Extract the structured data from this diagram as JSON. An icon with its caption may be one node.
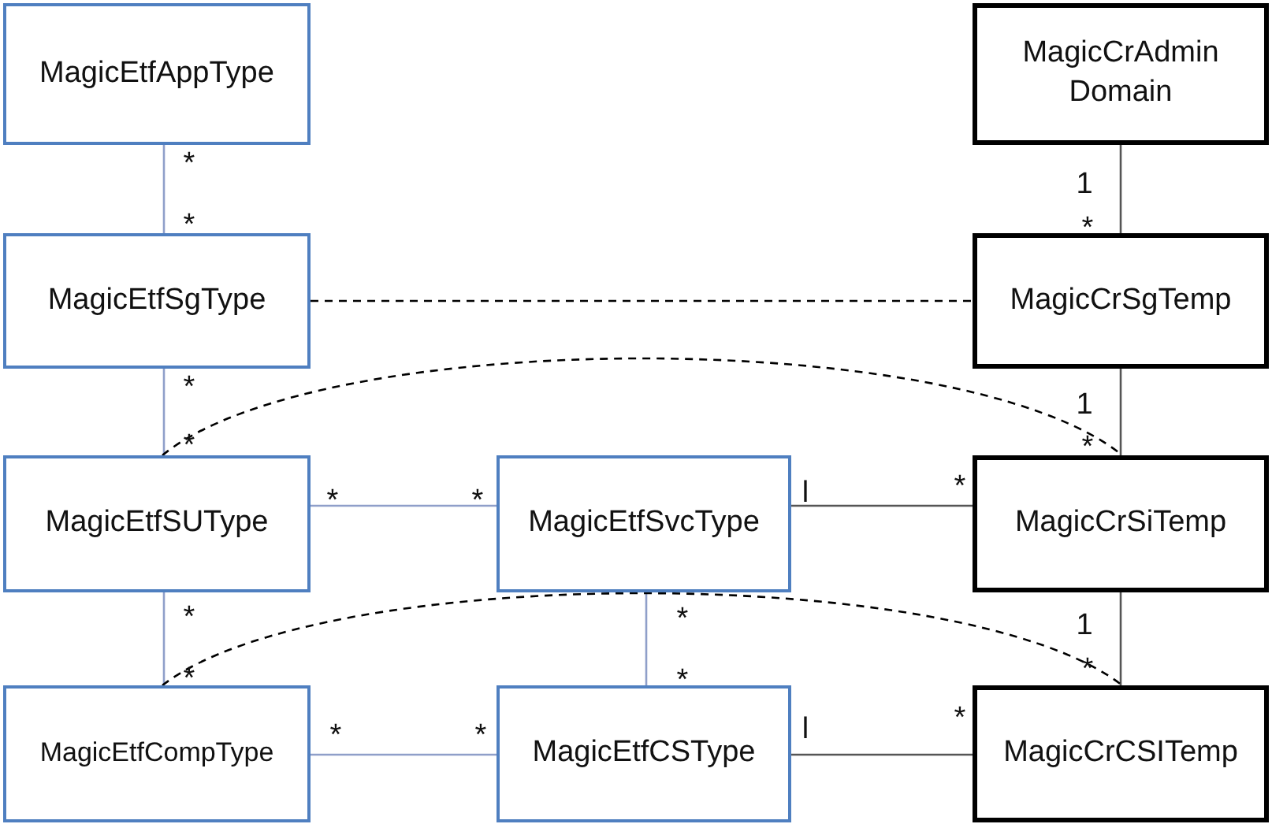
{
  "diagram": {
    "nodes": [
      {
        "text": [
          "MagicEtfAppType"
        ]
      },
      {
        "text": [
          "MagicCrAdmin Domain"
        ]
      },
      {
        "text": [
          "MagicEtfSgType"
        ]
      },
      {
        "text": [
          "MagicCrSgTemp"
        ]
      },
      {
        "text": [
          "MagicEtfSUType"
        ]
      },
      {
        "text": [
          "MagicEtfSvcType"
        ]
      },
      {
        "text": [
          "MagicCrSiTemp"
        ]
      },
      {
        "text": [
          "MagicEtfCompType"
        ]
      },
      {
        "text": [
          "MagicEtfCSType"
        ]
      },
      {
        "text": [
          "MagicCrCSITemp"
        ]
      }
    ],
    "edges": [
      {
        "from": 0,
        "to": 2,
        "arrow": "none"
      },
      {
        "from": 1,
        "to": 3,
        "arrow": "none",
        "color": "#555555"
      },
      {
        "from": 2,
        "to": 3,
        "arrow": "none",
        "style": "dashed",
        "color": "#000000"
      },
      {
        "from": 2,
        "to": 4,
        "arrow": "none"
      },
      {
        "from": 3,
        "to": 6,
        "arrow": "none",
        "color": "#555555"
      },
      {
        "from": 4,
        "to": 6,
        "arrow": "none",
        "style": "dashed",
        "color": "#000000"
      },
      {
        "from": 4,
        "to": 5,
        "arrow": "none"
      },
      {
        "from": 5,
        "to": 6,
        "arrow": "none",
        "color": "#555555"
      },
      {
        "from": 4,
        "to": 7,
        "arrow": "none"
      },
      {
        "from": 5,
        "to": 8,
        "arrow": "none"
      },
      {
        "from": 6,
        "to": 9,
        "arrow": "none",
        "color": "#555555"
      },
      {
        "from": 7,
        "to": 9,
        "arrow": "none",
        "style": "dashed",
        "color": "#000000"
      },
      {
        "from": 7,
        "to": 8,
        "arrow": "none"
      },
      {
        "from": 8,
        "to": 9,
        "arrow": "none",
        "color": "#555555"
      }
    ],
    "labels": [
      "*",
      "*",
      "1",
      "*",
      "*",
      "1",
      "*",
      "*",
      "*",
      "*",
      "l",
      "*",
      "*",
      "*",
      "1",
      "*",
      "*",
      "*",
      "*",
      "*",
      "l",
      "*"
    ]
  }
}
